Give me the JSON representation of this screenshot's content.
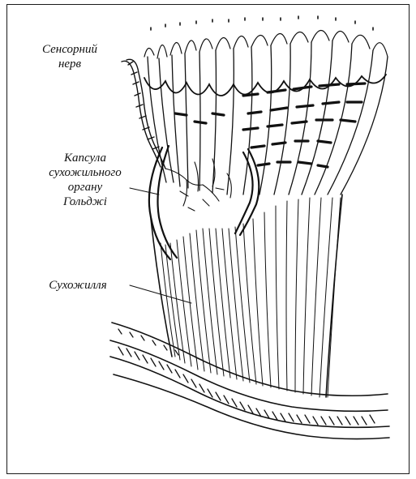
{
  "figure": {
    "labels": {
      "sensory_nerve": [
        "Сенсорний",
        "нерв"
      ],
      "capsule": [
        "Капсула",
        "сухожильного",
        "органу",
        "Гольджі"
      ],
      "tendon": [
        "Сухожилля"
      ]
    },
    "colors": {
      "ink": "#111111",
      "background": "#ffffff"
    }
  }
}
